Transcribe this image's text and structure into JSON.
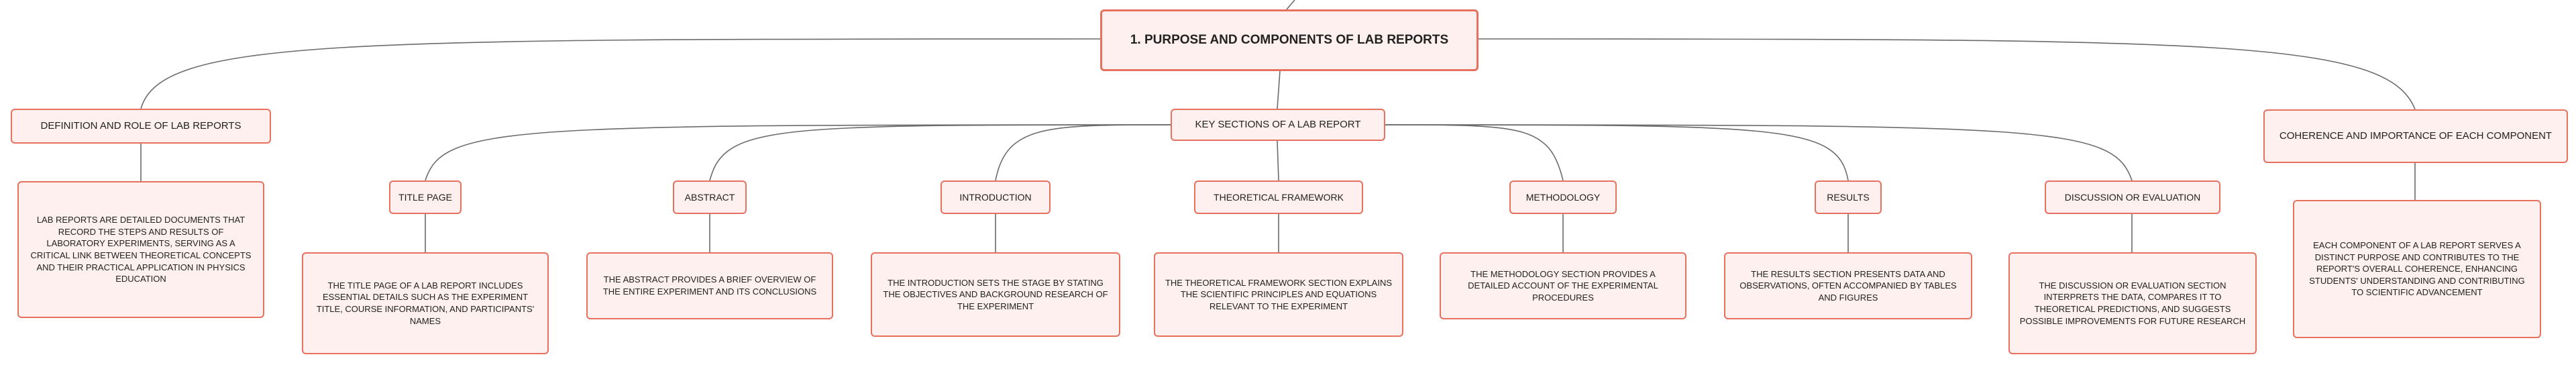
{
  "root": {
    "title": "1. PURPOSE AND COMPONENTS OF LAB REPORTS"
  },
  "definition": {
    "label": "DEFINITION AND ROLE OF LAB REPORTS",
    "text": "LAB REPORTS ARE DETAILED DOCUMENTS THAT RECORD THE STEPS AND RESULTS OF LABORATORY EXPERIMENTS, SERVING AS A CRITICAL LINK BETWEEN THEORETICAL CONCEPTS AND THEIR PRACTICAL APPLICATION IN PHYSICS EDUCATION"
  },
  "key_sections": {
    "label": "KEY SECTIONS OF A LAB REPORT",
    "items": [
      {
        "label": "TITLE PAGE",
        "text": "THE TITLE PAGE OF A LAB REPORT INCLUDES ESSENTIAL DETAILS SUCH AS THE EXPERIMENT TITLE, COURSE INFORMATION, AND PARTICIPANTS' NAMES"
      },
      {
        "label": "ABSTRACT",
        "text": "THE ABSTRACT PROVIDES A BRIEF OVERVIEW OF THE ENTIRE EXPERIMENT AND ITS CONCLUSIONS"
      },
      {
        "label": "INTRODUCTION",
        "text": "THE INTRODUCTION SETS THE STAGE BY STATING THE OBJECTIVES AND BACKGROUND RESEARCH OF THE EXPERIMENT"
      },
      {
        "label": "THEORETICAL FRAMEWORK",
        "text": "THE THEORETICAL FRAMEWORK SECTION EXPLAINS THE SCIENTIFIC PRINCIPLES AND EQUATIONS RELEVANT TO THE EXPERIMENT"
      },
      {
        "label": "METHODOLOGY",
        "text": "THE METHODOLOGY SECTION PROVIDES A DETAILED ACCOUNT OF THE EXPERIMENTAL PROCEDURES"
      },
      {
        "label": "RESULTS",
        "text": "THE RESULTS SECTION PRESENTS DATA AND OBSERVATIONS, OFTEN ACCOMPANIED BY TABLES AND FIGURES"
      },
      {
        "label": "DISCUSSION OR EVALUATION",
        "text": "THE DISCUSSION OR EVALUATION SECTION INTERPRETS THE DATA, COMPARES IT TO THEORETICAL PREDICTIONS, AND SUGGESTS POSSIBLE IMPROVEMENTS FOR FUTURE RESEARCH"
      }
    ]
  },
  "coherence": {
    "label": "COHERENCE AND IMPORTANCE OF EACH COMPONENT",
    "text": "EACH COMPONENT OF A LAB REPORT SERVES A DISTINCT PURPOSE AND CONTRIBUTES TO THE REPORT'S OVERALL COHERENCE, ENHANCING STUDENTS' UNDERSTANDING AND CONTRIBUTING TO SCIENTIFIC ADVANCEMENT"
  },
  "colors": {
    "border": "#e8705e",
    "fill": "#fdf0ee",
    "line": "#6b6b6b"
  }
}
